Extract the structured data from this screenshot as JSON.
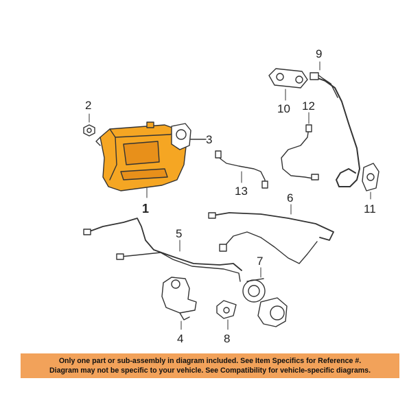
{
  "callouts": {
    "c1": "1",
    "c2": "2",
    "c3": "3",
    "c4": "4",
    "c5": "5",
    "c6": "6",
    "c7": "7",
    "c8": "8",
    "c9": "9",
    "c10": "10",
    "c11": "11",
    "c12": "12",
    "c13": "13"
  },
  "notice": {
    "line1": "Only one part or sub-assembly in diagram included. See Item Specifics for Reference #.",
    "line2": "Diagram may not be specific to your vehicle. See Compatibility for vehicle-specific diagrams."
  },
  "colors": {
    "highlight_part": "#f5a623",
    "banner": "#f2a25a",
    "line_art": "#333333"
  }
}
